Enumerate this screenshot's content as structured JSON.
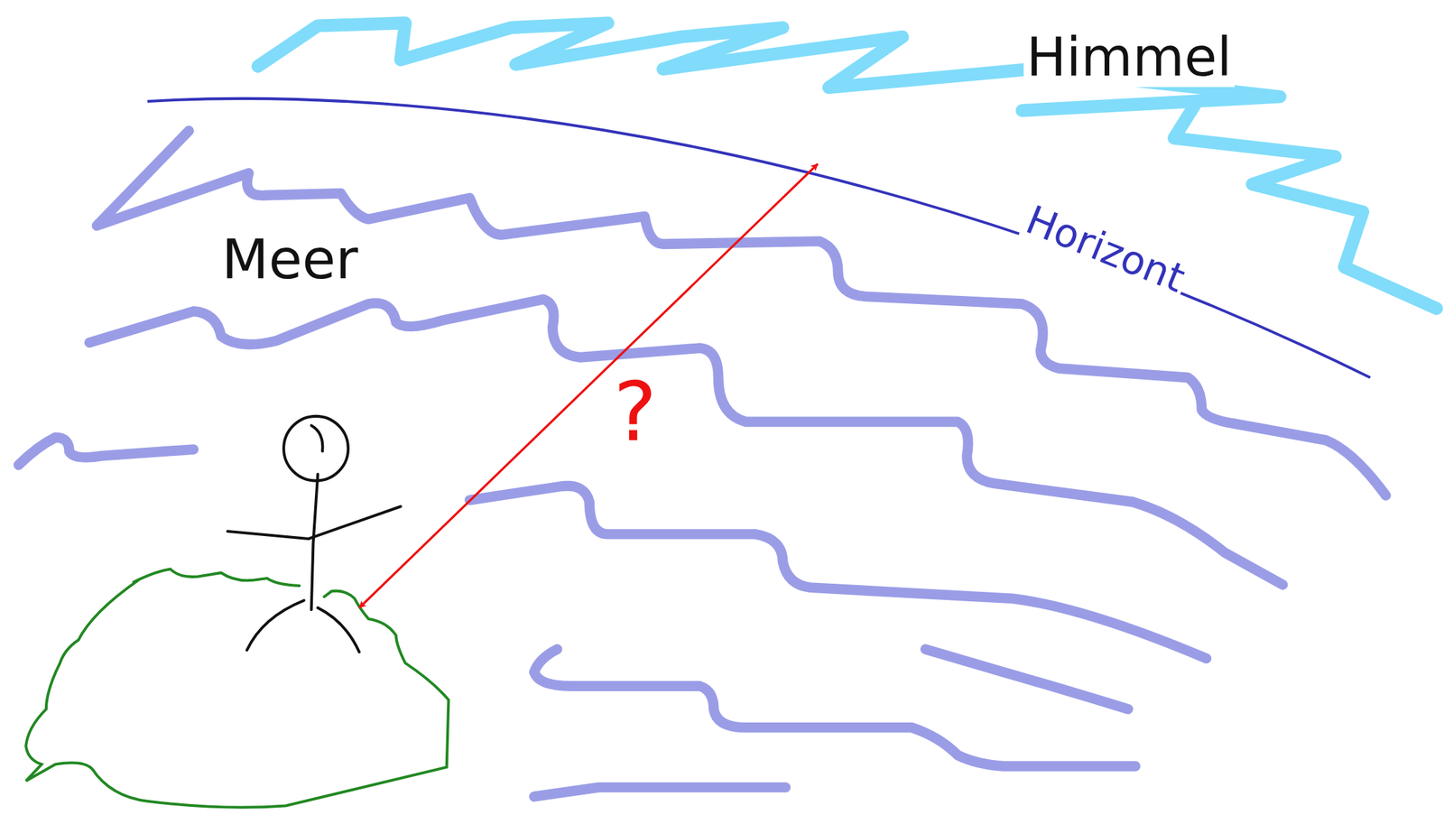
{
  "diagram": {
    "labels": [
      "Himmel",
      "Horizont",
      "Meer",
      "?"
    ]
  }
}
